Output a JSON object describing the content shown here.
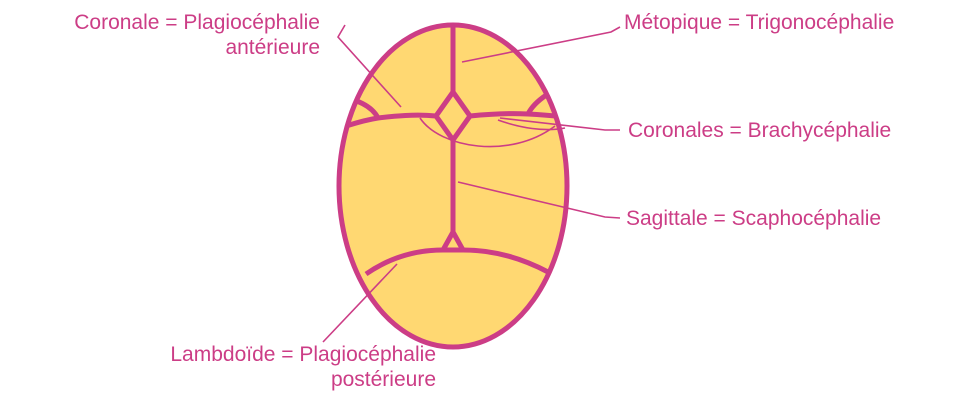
{
  "colors": {
    "accent": "#cc3d86",
    "fill": "#ffd872",
    "background": "#ffffff"
  },
  "labels": {
    "coronale": {
      "line1": "Coronale = Plagiocéphalie",
      "line2": "antérieure"
    },
    "metopique": "Métopique = Trigonocéphalie",
    "coronales": "Coronales = Brachycéphalie",
    "sagittale": "Sagittale = Scaphocéphalie",
    "lambdoide": {
      "line1": "Lambdoïde = Plagiocéphalie",
      "line2": "postérieure"
    }
  }
}
